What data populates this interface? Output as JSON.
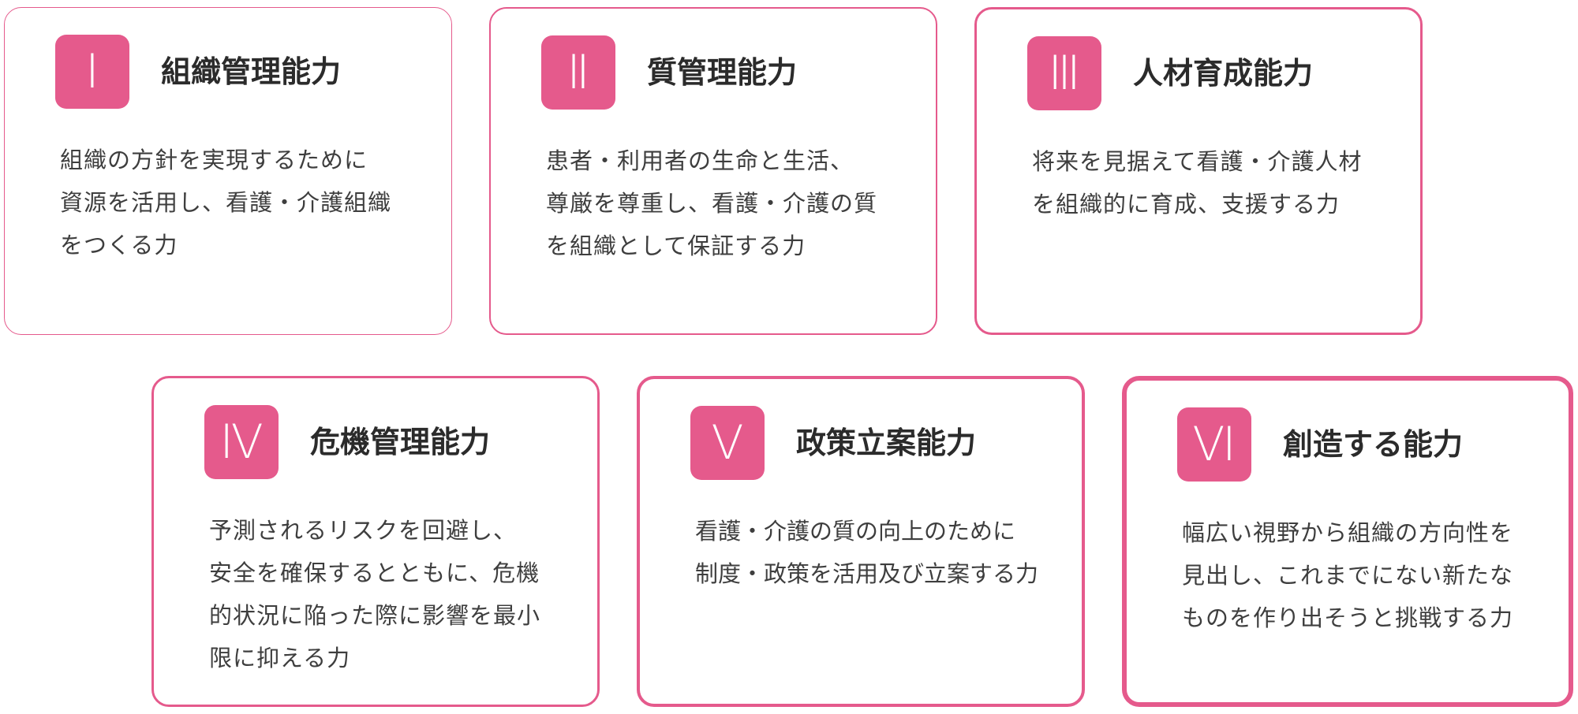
{
  "cards": [
    {
      "numeral": "Ⅰ",
      "title": "組織管理能力",
      "lines": [
        "組織の方針を実現するために",
        "資源を活用し、看護・介護組織",
        "をつくる力",
        ""
      ]
    },
    {
      "numeral": "Ⅱ",
      "title": "質管理能力",
      "lines": [
        "患者・利用者の生命と生活、",
        "尊厳を尊重し、看護・介護の質",
        "を組織として保証する力",
        ""
      ]
    },
    {
      "numeral": "Ⅲ",
      "title": "人材育成能力",
      "lines": [
        "将来を見据えて看護・介護人材",
        "を組織的に育成、支援する力",
        "",
        ""
      ]
    },
    {
      "numeral": "Ⅳ",
      "title": "危機管理能力",
      "lines": [
        "予測されるリスクを回避し、",
        "安全を確保するとともに、危機",
        "的状況に陥った際に影響を最小",
        "限に抑える力"
      ]
    },
    {
      "numeral": "Ⅴ",
      "title": "政策立案能力",
      "lines": [
        "看護・介護の質の向上のために",
        "制度・政策を活用及び立案する力",
        "",
        ""
      ]
    },
    {
      "numeral": "Ⅵ",
      "title": "創造する能力",
      "lines": [
        "幅広い視野から組織の方向性を",
        "見出し、これまでにない新たな",
        "ものを作り出そうと挑戦する力",
        ""
      ]
    }
  ],
  "colors": {
    "accent": "#e55a8c",
    "title_text": "#2b2b2b",
    "body_text": "#3e3e3e"
  }
}
